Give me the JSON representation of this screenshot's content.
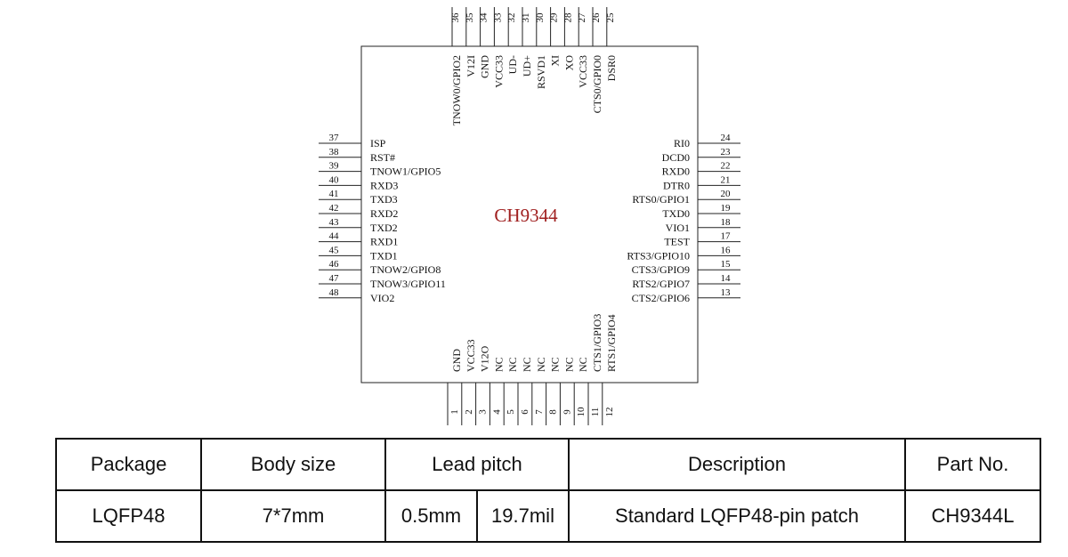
{
  "chip": {
    "name": "CH9344",
    "pins": {
      "top": [
        {
          "num": "36",
          "label": "TNOW0/GPIO2"
        },
        {
          "num": "35",
          "label": "V12I"
        },
        {
          "num": "34",
          "label": "GND"
        },
        {
          "num": "33",
          "label": "VCC33"
        },
        {
          "num": "32",
          "label": "UD-"
        },
        {
          "num": "31",
          "label": "UD+"
        },
        {
          "num": "30",
          "label": "RSVD1"
        },
        {
          "num": "29",
          "label": "XI"
        },
        {
          "num": "28",
          "label": "XO"
        },
        {
          "num": "27",
          "label": "VCC33"
        },
        {
          "num": "26",
          "label": "CTS0/GPIO0"
        },
        {
          "num": "25",
          "label": "DSR0"
        }
      ],
      "left": [
        {
          "num": "37",
          "label": "ISP"
        },
        {
          "num": "38",
          "label": "RST#"
        },
        {
          "num": "39",
          "label": "TNOW1/GPIO5"
        },
        {
          "num": "40",
          "label": "RXD3"
        },
        {
          "num": "41",
          "label": "TXD3"
        },
        {
          "num": "42",
          "label": "RXD2"
        },
        {
          "num": "43",
          "label": "TXD2"
        },
        {
          "num": "44",
          "label": "RXD1"
        },
        {
          "num": "45",
          "label": "TXD1"
        },
        {
          "num": "46",
          "label": "TNOW2/GPIO8"
        },
        {
          "num": "47",
          "label": "TNOW3/GPIO11"
        },
        {
          "num": "48",
          "label": "VIO2"
        }
      ],
      "right": [
        {
          "num": "24",
          "label": "RI0"
        },
        {
          "num": "23",
          "label": "DCD0"
        },
        {
          "num": "22",
          "label": "RXD0"
        },
        {
          "num": "21",
          "label": "DTR0"
        },
        {
          "num": "20",
          "label": "RTS0/GPIO1"
        },
        {
          "num": "19",
          "label": "TXD0"
        },
        {
          "num": "18",
          "label": "VIO1"
        },
        {
          "num": "17",
          "label": "TEST"
        },
        {
          "num": "16",
          "label": "RTS3/GPIO10"
        },
        {
          "num": "15",
          "label": "CTS3/GPIO9"
        },
        {
          "num": "14",
          "label": "RTS2/GPIO7"
        },
        {
          "num": "13",
          "label": "CTS2/GPIO6"
        }
      ],
      "bottom": [
        {
          "num": "1",
          "label": "GND"
        },
        {
          "num": "2",
          "label": "VCC33"
        },
        {
          "num": "3",
          "label": "V12O"
        },
        {
          "num": "4",
          "label": "NC"
        },
        {
          "num": "5",
          "label": "NC"
        },
        {
          "num": "6",
          "label": "NC"
        },
        {
          "num": "7",
          "label": "NC"
        },
        {
          "num": "8",
          "label": "NC"
        },
        {
          "num": "9",
          "label": "NC"
        },
        {
          "num": "10",
          "label": "NC"
        },
        {
          "num": "11",
          "label": "CTS1/GPIO3"
        },
        {
          "num": "12",
          "label": "RTS1/GPIO4"
        }
      ]
    }
  },
  "package_table": {
    "headers": {
      "package": "Package",
      "body_size": "Body size",
      "lead_pitch": "Lead pitch",
      "description": "Description",
      "part_no": "Part No."
    },
    "row": {
      "package": "LQFP48",
      "body_size": "7*7mm",
      "lead_pitch_mm": "0.5mm",
      "lead_pitch_mil": "19.7mil",
      "description": "Standard LQFP48-pin patch",
      "part_no": "CH9344L"
    }
  }
}
